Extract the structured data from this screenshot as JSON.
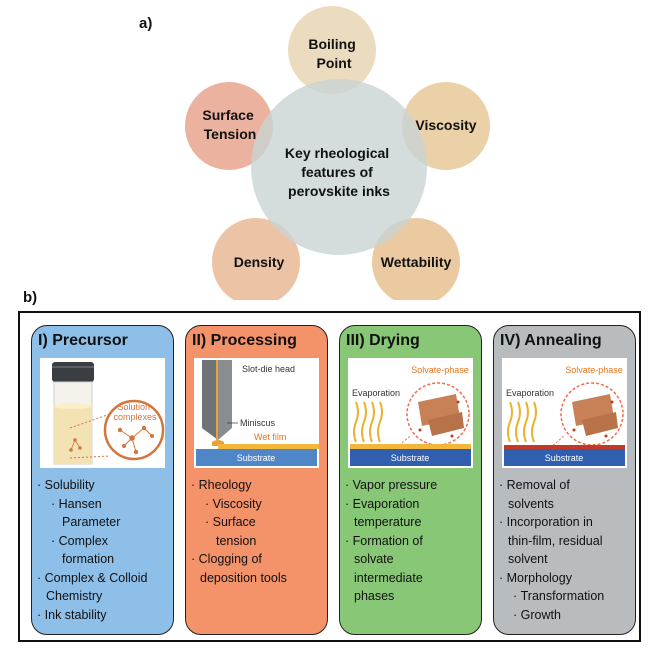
{
  "panel_a_label": "a)",
  "panel_b_label": "b)",
  "center": {
    "lines": [
      "Key rheological",
      "features of",
      "perovskite inks"
    ]
  },
  "petals": [
    {
      "id": "boiling-point",
      "lines": [
        "Boiling",
        "Point"
      ],
      "color": "#e9d6b4"
    },
    {
      "id": "viscosity",
      "lines": [
        "Viscosity"
      ],
      "color": "#e6c999"
    },
    {
      "id": "wettability",
      "lines": [
        "Wettability"
      ],
      "color": "#e8c090"
    },
    {
      "id": "density",
      "lines": [
        "Density"
      ],
      "color": "#eab896"
    },
    {
      "id": "surface-tension",
      "lines": [
        "Surface",
        "Tension"
      ],
      "color": "#e7a68e"
    }
  ],
  "center_color": "#c9d3d3",
  "stages": [
    {
      "id": "precursor",
      "title": "I)  Precursor",
      "color": "#8ebfe9",
      "image": {
        "label": "Solution complexes",
        "label_lines": [
          "Solution",
          "complexes"
        ]
      },
      "items": [
        {
          "level": 1,
          "text": "Solubility"
        },
        {
          "level": 2,
          "text": "Hansen"
        },
        {
          "level": 3,
          "text": "Parameter"
        },
        {
          "level": 2,
          "text": "Complex"
        },
        {
          "level": 3,
          "text": "formation"
        },
        {
          "level": 1,
          "text": "Complex & Colloid"
        },
        {
          "level": 0,
          "text": "Chemistry"
        },
        {
          "level": 1,
          "text": "Ink stability"
        }
      ]
    },
    {
      "id": "processing",
      "title": "II)  Processing",
      "color": "#f4926a",
      "image": {
        "head_label": "Slot-die head",
        "meniscus_label": "Miniscus",
        "film_label": "Wet film",
        "substrate_label": "Substrate"
      },
      "items": [
        {
          "level": 1,
          "text": "Rheology"
        },
        {
          "level": 2,
          "text": "Viscosity"
        },
        {
          "level": 2,
          "text": "Surface"
        },
        {
          "level": 3,
          "text": "tension"
        },
        {
          "level": 1,
          "text": "Clogging of"
        },
        {
          "level": 0,
          "text": "deposition tools"
        }
      ]
    },
    {
      "id": "drying",
      "title": "III)  Drying",
      "color": "#88c776",
      "image": {
        "evap_label": "Evaporation",
        "phase_label": "Solvate-phase",
        "substrate_label": "Substrate"
      },
      "items": [
        {
          "level": 1,
          "text": "Vapor pressure"
        },
        {
          "level": 1,
          "text": "Evaporation"
        },
        {
          "level": 0,
          "text": "temperature"
        },
        {
          "level": 1,
          "text": "Formation of"
        },
        {
          "level": 0,
          "text": "solvate"
        },
        {
          "level": 0,
          "text": "intermediate"
        },
        {
          "level": 0,
          "text": "phases"
        }
      ]
    },
    {
      "id": "annealing",
      "title": "IV)  Annealing",
      "color": "#b9bcbe",
      "image": {
        "evap_label": "Evaporation",
        "phase_label": "Solvate-phase",
        "substrate_label": "Substrate"
      },
      "items": [
        {
          "level": 1,
          "text": "Removal of"
        },
        {
          "level": 0,
          "text": "solvents"
        },
        {
          "level": 1,
          "text": "Incorporation in"
        },
        {
          "level": 0,
          "text": "thin-film, residual"
        },
        {
          "level": 0,
          "text": "solvent"
        },
        {
          "level": 1,
          "text": "Morphology"
        },
        {
          "level": 2,
          "text": "Transformation"
        },
        {
          "level": 2,
          "text": "Growth"
        }
      ]
    }
  ]
}
